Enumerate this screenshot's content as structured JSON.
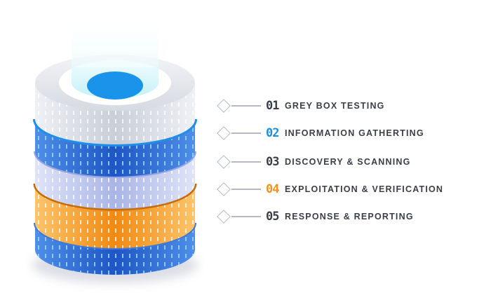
{
  "colors": {
    "blue_layer": "#2e6ad6",
    "grey_layer": "#dfe3ea",
    "lavender_layer": "#c3cbee",
    "orange_layer": "#f5a126",
    "core": "#1a93ea",
    "glow": "#bff0f7",
    "num_default": "#3a4049",
    "num_blue": "#1a8fe0",
    "num_orange": "#f0921b",
    "label_text": "#3a4049",
    "connector": "#b3bac3"
  },
  "steps": [
    {
      "number": "01",
      "label": "GREY BOX TESTING",
      "accent": "default"
    },
    {
      "number": "02",
      "label": "INFORMATION GATHERTING",
      "accent": "blue"
    },
    {
      "number": "03",
      "label": "DISCOVERY & SCANNING",
      "accent": "default"
    },
    {
      "number": "04",
      "label": "EXPLOITATION & VERIFICATION",
      "accent": "orange"
    },
    {
      "number": "05",
      "label": "RESPONSE & REPORTING",
      "accent": "default"
    }
  ]
}
